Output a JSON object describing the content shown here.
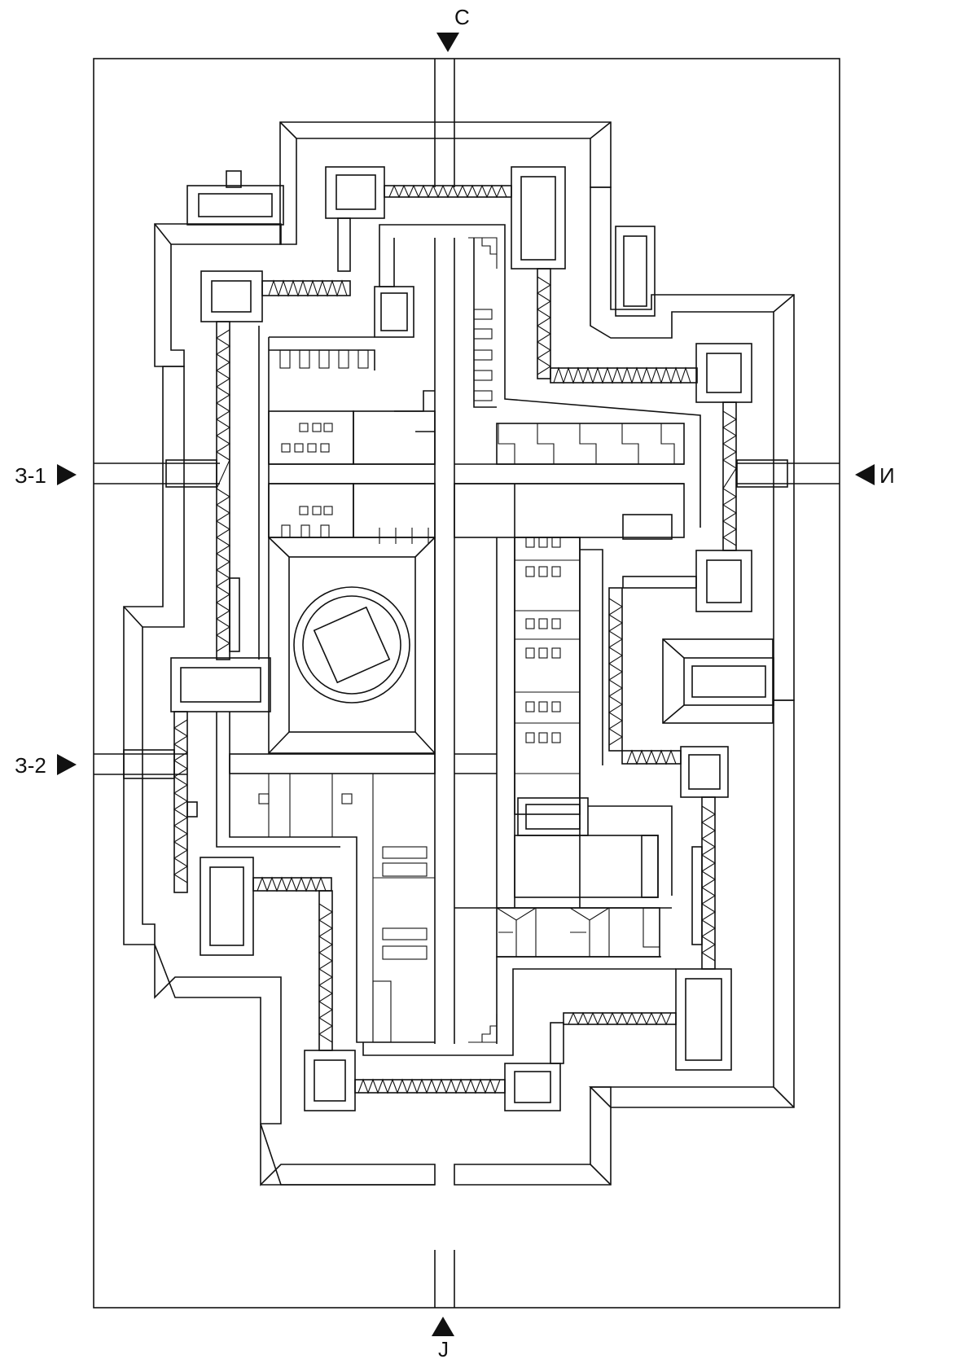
{
  "directions": {
    "north": {
      "label": "С",
      "arrow_icon": "down-triangle-icon"
    },
    "south": {
      "label": "J",
      "arrow_icon": "up-triangle-icon"
    },
    "east": {
      "label": "И",
      "arrow_icon": "left-triangle-icon"
    },
    "west_1": {
      "label": "З-1",
      "arrow_icon": "right-triangle-icon"
    },
    "west_2": {
      "label": "З-2",
      "arrow_icon": "right-triangle-icon"
    }
  },
  "colors": {
    "line": "#111111",
    "background": "#ffffff"
  }
}
